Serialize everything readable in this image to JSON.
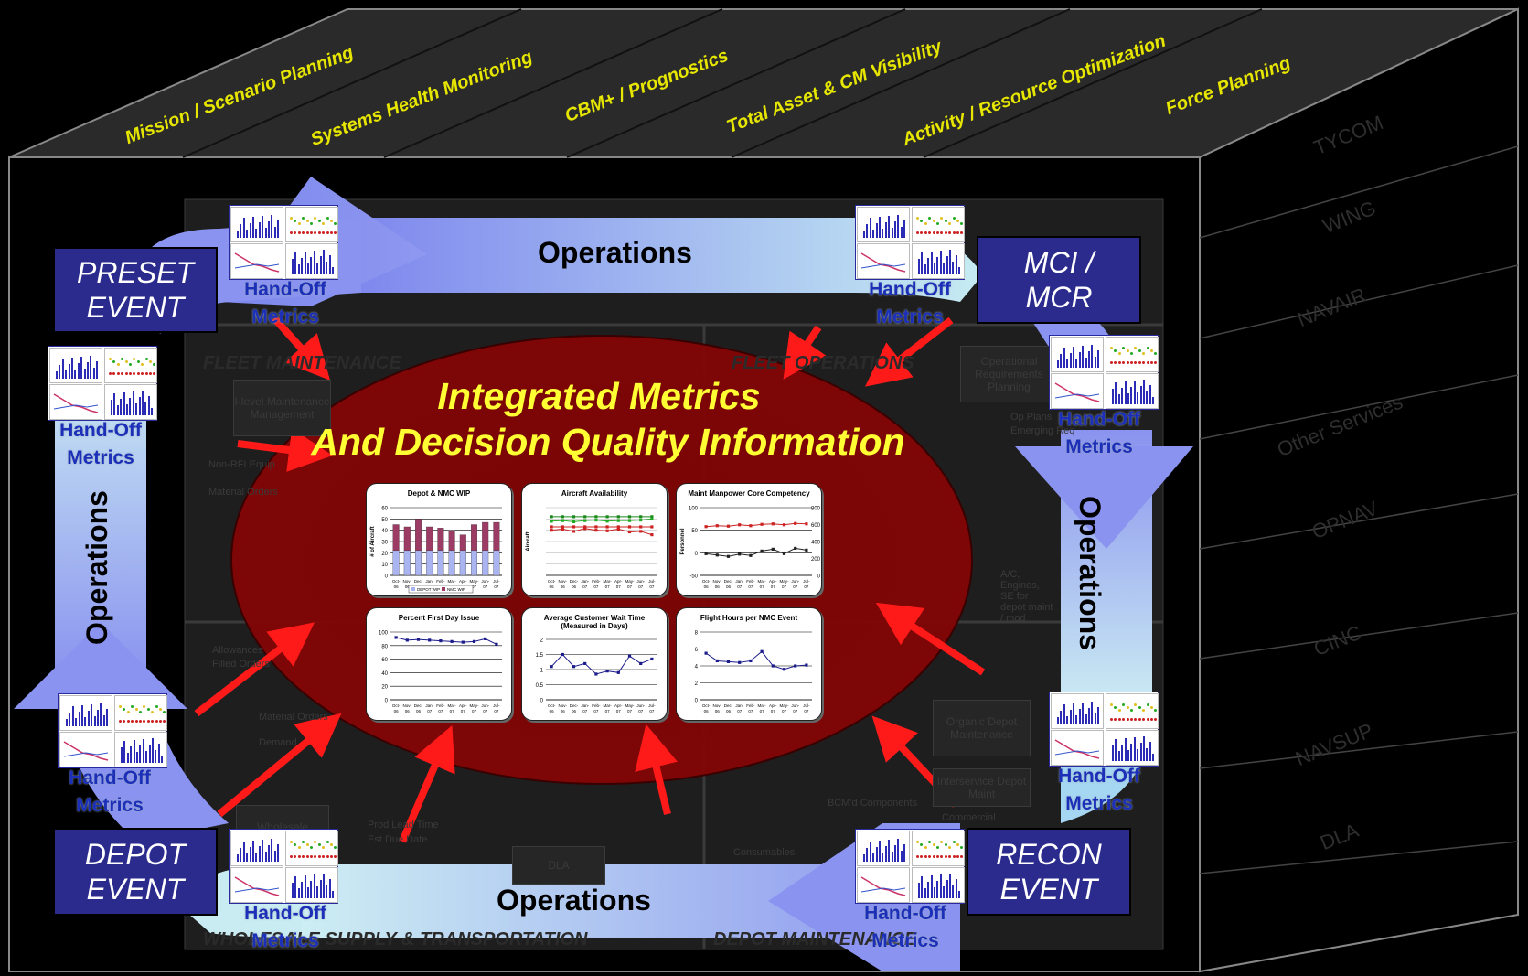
{
  "roof_capabilities": [
    "Mission / Scenario Planning",
    "Systems Health Monitoring",
    "CBM+ / Prognostics",
    "Total Asset & CM Visibility",
    "Activity / Resource Optimization",
    "Force Planning"
  ],
  "side_organizations": [
    "TYCOM",
    "WING",
    "NAVAIR",
    "Other Services",
    "OPNAV",
    "CINC",
    "NAVSUP",
    "DLA"
  ],
  "background": {
    "quadrants": [
      "FLEET MAINTENANCE",
      "FLEET OPERATIONS",
      "WHOLESALE SUPPLY & TRANSPORTATION",
      "DEPOT MAINTENANCE"
    ],
    "boxes": [
      "I-level Maintenance Management",
      "Operational Requirements Planning",
      "Organic Depot Maintenance",
      "Interservice Depot Maint",
      "Wholesale",
      "DLA"
    ],
    "notes": [
      "Non-RFI Equip",
      "Material Orders",
      "Allowances",
      "Filled Orders",
      "Material Orders",
      "Demand",
      "Op Plans",
      "Emerging Req",
      "Prod Lead Time",
      "Est Due Date",
      "BCM'd Components",
      "Consumables",
      "A/C, Engines, SE for depot maint / mod",
      "Commercial"
    ]
  },
  "title_line1": "Integrated Metrics",
  "title_line2": "And Decision Quality Information",
  "events": {
    "preset": "PRESET\nEVENT",
    "mci": "MCI /\nMCR",
    "depot": "DEPOT\nEVENT",
    "recon": "RECON\nEVENT"
  },
  "handoff_label": "Hand-Off\nMetrics",
  "operations_label": "Operations",
  "charts": [
    {
      "title": "Depot & NMC WIP",
      "type": "bar",
      "ylabel": "# of Aircraft",
      "ylim": [
        0,
        60
      ],
      "yticks": [
        "60",
        "50",
        "40",
        "30",
        "20",
        "10",
        "0"
      ],
      "categories": [
        "Oct-06",
        "Nov-06",
        "Dec-06",
        "Jan-07",
        "Feb-07",
        "Mar-07",
        "Apr-07",
        "May-07",
        "Jun-07",
        "Jul-07"
      ],
      "series": [
        {
          "name": "DEPOT WIP",
          "values": [
            22,
            22,
            22,
            22,
            22,
            22,
            22,
            22,
            22,
            22
          ],
          "color": "#aab4f0"
        },
        {
          "name": "NMC WIP",
          "values": [
            23,
            21,
            28,
            21,
            20,
            18,
            14,
            23,
            25,
            25
          ],
          "color": "#9c3b64"
        }
      ]
    },
    {
      "title": "Aircraft Availability",
      "type": "line",
      "ylabel": "Aircraft",
      "ylim": [
        0,
        120
      ],
      "categories": [
        "Oct-06",
        "Nov-06",
        "Dec-06",
        "Jan-07",
        "Feb-07",
        "Mar-07",
        "Apr-07",
        "May-07",
        "Jun-07",
        "Jul-07"
      ],
      "series": [
        {
          "values": [
            104,
            104,
            104,
            104,
            104,
            104,
            104,
            104,
            104,
            104
          ],
          "color": "#1a8a1a"
        },
        {
          "values": [
            96,
            97,
            95,
            97,
            98,
            96,
            97,
            97,
            98,
            100
          ],
          "color": "#22aa22"
        },
        {
          "values": [
            86,
            86,
            86,
            86,
            86,
            86,
            86,
            86,
            86,
            86
          ],
          "color": "#cc2222"
        },
        {
          "values": [
            80,
            82,
            78,
            83,
            80,
            79,
            82,
            77,
            78,
            72
          ],
          "color": "#cc2222"
        }
      ]
    },
    {
      "title": "Maint Manpower Core Competency",
      "type": "line",
      "ylabel": "Personnel",
      "ylim": [
        -50,
        100
      ],
      "yticks": [
        "100",
        "50",
        "0",
        "-50"
      ],
      "y2ticks": [
        "800",
        "600",
        "400",
        "200",
        "0"
      ],
      "categories": [
        "Oct-06",
        "Nov-06",
        "Dec-06",
        "Jan-07",
        "Feb-07",
        "Mar-07",
        "Apr-07",
        "May-07",
        "Jun-07",
        "Jul-07"
      ],
      "series": [
        {
          "values": [
            58,
            60,
            59,
            62,
            60,
            63,
            64,
            62,
            65,
            64
          ],
          "color": "#cc2222"
        },
        {
          "values": [
            -2,
            -5,
            -8,
            -3,
            -6,
            4,
            8,
            -2,
            10,
            6
          ],
          "color": "#222222"
        }
      ]
    },
    {
      "title": "Percent First Day Issue",
      "type": "line",
      "ylim": [
        0,
        100
      ],
      "yticks": [
        "100",
        "80",
        "60",
        "40",
        "20",
        "0"
      ],
      "categories": [
        "Oct-06",
        "Nov-06",
        "Dec-06",
        "Jan-07",
        "Feb-07",
        "Mar-07",
        "Apr-07",
        "May-07",
        "Jun-07",
        "Jul-07"
      ],
      "series": [
        {
          "values": [
            92,
            88,
            89,
            88,
            87,
            86,
            85,
            86,
            90,
            82
          ],
          "color": "#1b1b8c"
        }
      ]
    },
    {
      "title": "Average Customer Wait Time\n(Measured in Days)",
      "type": "line",
      "ylim": [
        0,
        2
      ],
      "yticks": [
        "2",
        "1.5",
        "1",
        "0.5",
        "0"
      ],
      "categories": [
        "Oct-06",
        "Nov-06",
        "Dec-06",
        "Jan-07",
        "Feb-07",
        "Mar-07",
        "Apr-07",
        "May-07",
        "Jun-07",
        "Jul-07"
      ],
      "series": [
        {
          "values": [
            1.1,
            1.5,
            1.1,
            1.2,
            0.85,
            0.95,
            0.9,
            1.45,
            1.2,
            1.35
          ],
          "color": "#1b1b8c"
        }
      ]
    },
    {
      "title": "Flight Hours per NMC Event",
      "type": "line",
      "ylim": [
        0,
        8
      ],
      "yticks": [
        "8",
        "6",
        "4",
        "2",
        "0"
      ],
      "categories": [
        "Oct-06",
        "Nov-06",
        "Dec-06",
        "Jan-07",
        "Feb-07",
        "Mar-07",
        "Apr-07",
        "May-07",
        "Jun-07",
        "Jul-07"
      ],
      "series": [
        {
          "values": [
            5.5,
            4.6,
            4.5,
            4.4,
            4.6,
            5.7,
            4.0,
            3.6,
            4.0,
            4.1
          ],
          "color": "#1b1b8c"
        }
      ]
    }
  ]
}
